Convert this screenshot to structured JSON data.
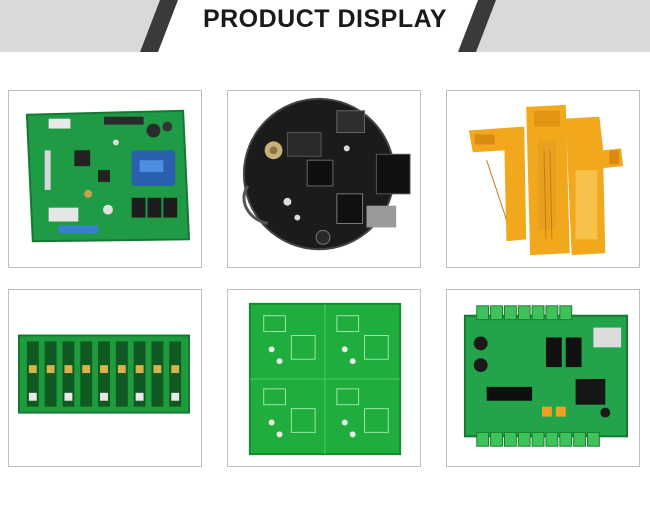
{
  "header": {
    "title": "PRODUCT DISPLAY"
  },
  "colors": {
    "banner_dark": "#3a3a3a",
    "banner_light": "#d9d9d9",
    "pcb_green": "#1e9c3c",
    "flex_yellow": "#f2a81d",
    "tile_border": "#bfbfbf"
  },
  "gallery": {
    "items": [
      {
        "icon": "green-control-board-photo"
      },
      {
        "icon": "round-black-pcba-photo"
      },
      {
        "icon": "yellow-flex-pcb-photo"
      },
      {
        "icon": "panelized-green-pcb-strip-photo"
      },
      {
        "icon": "bare-green-pcb-photo"
      },
      {
        "icon": "green-pcba-terminal-board-photo"
      }
    ]
  }
}
